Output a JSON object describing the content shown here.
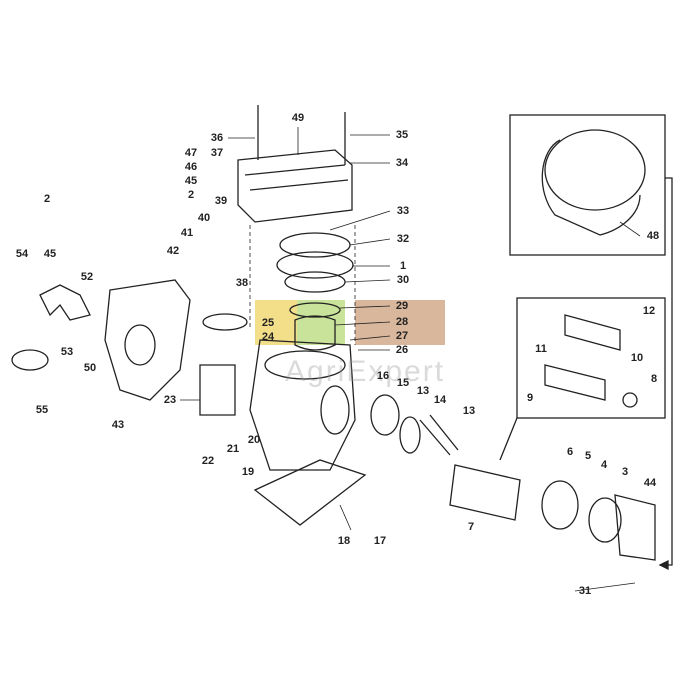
{
  "diagram": {
    "labels": [
      "36",
      "49",
      "35",
      "37",
      "34",
      "47",
      "46",
      "45",
      "2",
      "2",
      "45",
      "39",
      "40",
      "41",
      "42",
      "38",
      "33",
      "32",
      "1",
      "30",
      "54",
      "52",
      "29",
      "28",
      "25",
      "24",
      "27",
      "26",
      "53",
      "50",
      "12",
      "11",
      "10",
      "8",
      "9",
      "16",
      "15",
      "13",
      "14",
      "13",
      "23",
      "55",
      "43",
      "20",
      "21",
      "22",
      "19",
      "6",
      "5",
      "4",
      "3",
      "44",
      "7",
      "17",
      "18",
      "48",
      "31"
    ],
    "watermark": "AgriExpert",
    "colors": {
      "line": "#222222",
      "watermark_yellow": "#f3df8a",
      "watermark_green": "#c9e39a",
      "watermark_tan": "#d9b79c"
    }
  }
}
